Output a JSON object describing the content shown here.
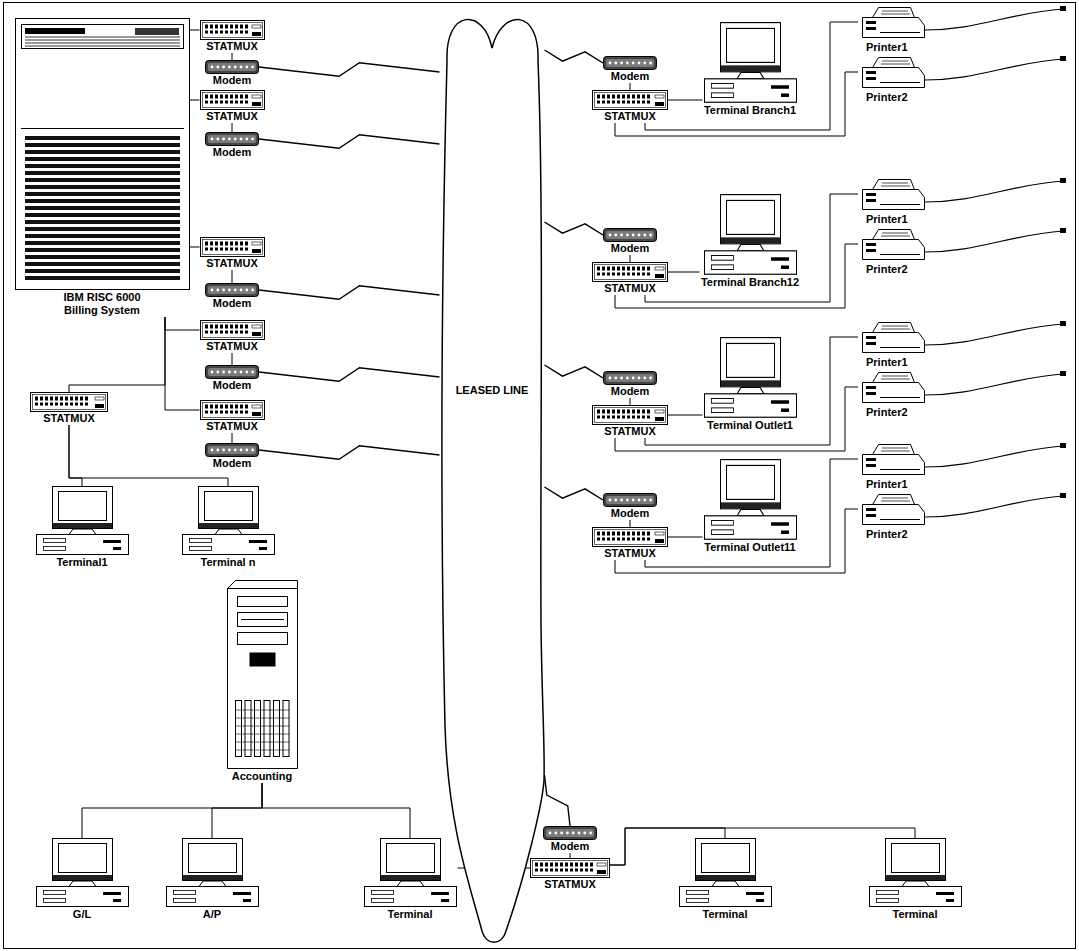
{
  "diagram": {
    "nodes": [
      {
        "text": [
          "IBM RISC 6000 Billing System"
        ]
      },
      {
        "text": [
          "STATMUX"
        ]
      },
      {
        "text": [
          "Modem"
        ]
      },
      {
        "text": [
          "STATMUX"
        ]
      },
      {
        "text": [
          "Modem"
        ]
      },
      {
        "text": [
          "STATMUX"
        ]
      },
      {
        "text": [
          "Modem"
        ]
      },
      {
        "text": [
          "STATMUX"
        ]
      },
      {
        "text": [
          "Modem"
        ]
      },
      {
        "text": [
          "STATMUX"
        ]
      },
      {
        "text": [
          "Modem"
        ]
      },
      {
        "text": [
          "STATMUX"
        ]
      },
      {
        "text": [
          "Terminal1"
        ]
      },
      {
        "text": [
          "Terminal n"
        ]
      },
      {
        "text": [
          "LEASED LINE"
        ]
      },
      {
        "text": [
          "Modem"
        ]
      },
      {
        "text": [
          "STATMUX"
        ]
      },
      {
        "text": [
          "Terminal Branch1"
        ]
      },
      {
        "text": [
          "Printer1"
        ]
      },
      {
        "text": [
          "Printer2"
        ]
      },
      {
        "text": [
          "Modem"
        ]
      },
      {
        "text": [
          "STATMUX"
        ]
      },
      {
        "text": [
          "Terminal Branch12"
        ]
      },
      {
        "text": [
          "Printer1"
        ]
      },
      {
        "text": [
          "Printer2"
        ]
      },
      {
        "text": [
          "Modem"
        ]
      },
      {
        "text": [
          "STATMUX"
        ]
      },
      {
        "text": [
          "Terminal Outlet1"
        ]
      },
      {
        "text": [
          "Printer1"
        ]
      },
      {
        "text": [
          "Printer2"
        ]
      },
      {
        "text": [
          "Modem"
        ]
      },
      {
        "text": [
          "STATMUX"
        ]
      },
      {
        "text": [
          "Terminal Outlet11"
        ]
      },
      {
        "text": [
          "Printer1"
        ]
      },
      {
        "text": [
          "Printer2"
        ]
      },
      {
        "text": [
          "Accounting"
        ]
      },
      {
        "text": [
          "G/L"
        ]
      },
      {
        "text": [
          "A/P"
        ]
      },
      {
        "text": [
          "Terminal"
        ]
      },
      {
        "text": [
          "Modem"
        ]
      },
      {
        "text": [
          "STATMUX"
        ]
      },
      {
        "text": [
          "Terminal"
        ]
      },
      {
        "text": [
          "Terminal"
        ]
      }
    ],
    "edges": [
      {
        "from": 0,
        "to": 1,
        "arrow": "none"
      },
      {
        "from": 0,
        "to": 3,
        "arrow": "none"
      },
      {
        "from": 0,
        "to": 5,
        "arrow": "none"
      },
      {
        "from": 0,
        "to": 7,
        "arrow": "none"
      },
      {
        "from": 0,
        "to": 9,
        "arrow": "none"
      },
      {
        "from": 1,
        "to": 2,
        "arrow": "none"
      },
      {
        "from": 3,
        "to": 4,
        "arrow": "none"
      },
      {
        "from": 5,
        "to": 6,
        "arrow": "none"
      },
      {
        "from": 7,
        "to": 8,
        "arrow": "none"
      },
      {
        "from": 9,
        "to": 10,
        "arrow": "none"
      },
      {
        "from": 2,
        "to": 14,
        "arrow": "none"
      },
      {
        "from": 4,
        "to": 14,
        "arrow": "none"
      },
      {
        "from": 6,
        "to": 14,
        "arrow": "none"
      },
      {
        "from": 8,
        "to": 14,
        "arrow": "none"
      },
      {
        "from": 10,
        "to": 14,
        "arrow": "none"
      },
      {
        "from": 0,
        "to": 11,
        "arrow": "none"
      },
      {
        "from": 11,
        "to": 12,
        "arrow": "none"
      },
      {
        "from": 11,
        "to": 13,
        "arrow": "none"
      },
      {
        "from": 14,
        "to": 15,
        "arrow": "none"
      },
      {
        "from": 15,
        "to": 16,
        "arrow": "none"
      },
      {
        "from": 16,
        "to": 17,
        "arrow": "none"
      },
      {
        "from": 16,
        "to": 18,
        "arrow": "none"
      },
      {
        "from": 16,
        "to": 19,
        "arrow": "none"
      },
      {
        "from": 14,
        "to": 20,
        "arrow": "none"
      },
      {
        "from": 20,
        "to": 21,
        "arrow": "none"
      },
      {
        "from": 21,
        "to": 22,
        "arrow": "none"
      },
      {
        "from": 21,
        "to": 23,
        "arrow": "none"
      },
      {
        "from": 21,
        "to": 24,
        "arrow": "none"
      },
      {
        "from": 14,
        "to": 25,
        "arrow": "none"
      },
      {
        "from": 25,
        "to": 26,
        "arrow": "none"
      },
      {
        "from": 26,
        "to": 27,
        "arrow": "none"
      },
      {
        "from": 26,
        "to": 28,
        "arrow": "none"
      },
      {
        "from": 26,
        "to": 29,
        "arrow": "none"
      },
      {
        "from": 14,
        "to": 30,
        "arrow": "none"
      },
      {
        "from": 30,
        "to": 31,
        "arrow": "none"
      },
      {
        "from": 31,
        "to": 32,
        "arrow": "none"
      },
      {
        "from": 31,
        "to": 33,
        "arrow": "none"
      },
      {
        "from": 31,
        "to": 34,
        "arrow": "none"
      },
      {
        "from": 35,
        "to": 36,
        "arrow": "none"
      },
      {
        "from": 35,
        "to": 37,
        "arrow": "none"
      },
      {
        "from": 35,
        "to": 38,
        "arrow": "none"
      },
      {
        "from": 14,
        "to": 39,
        "arrow": "none"
      },
      {
        "from": 39,
        "to": 40,
        "arrow": "none"
      },
      {
        "from": 40,
        "to": 38,
        "arrow": "none"
      },
      {
        "from": 40,
        "to": 41,
        "arrow": "none"
      },
      {
        "from": 40,
        "to": 42,
        "arrow": "none"
      }
    ]
  }
}
